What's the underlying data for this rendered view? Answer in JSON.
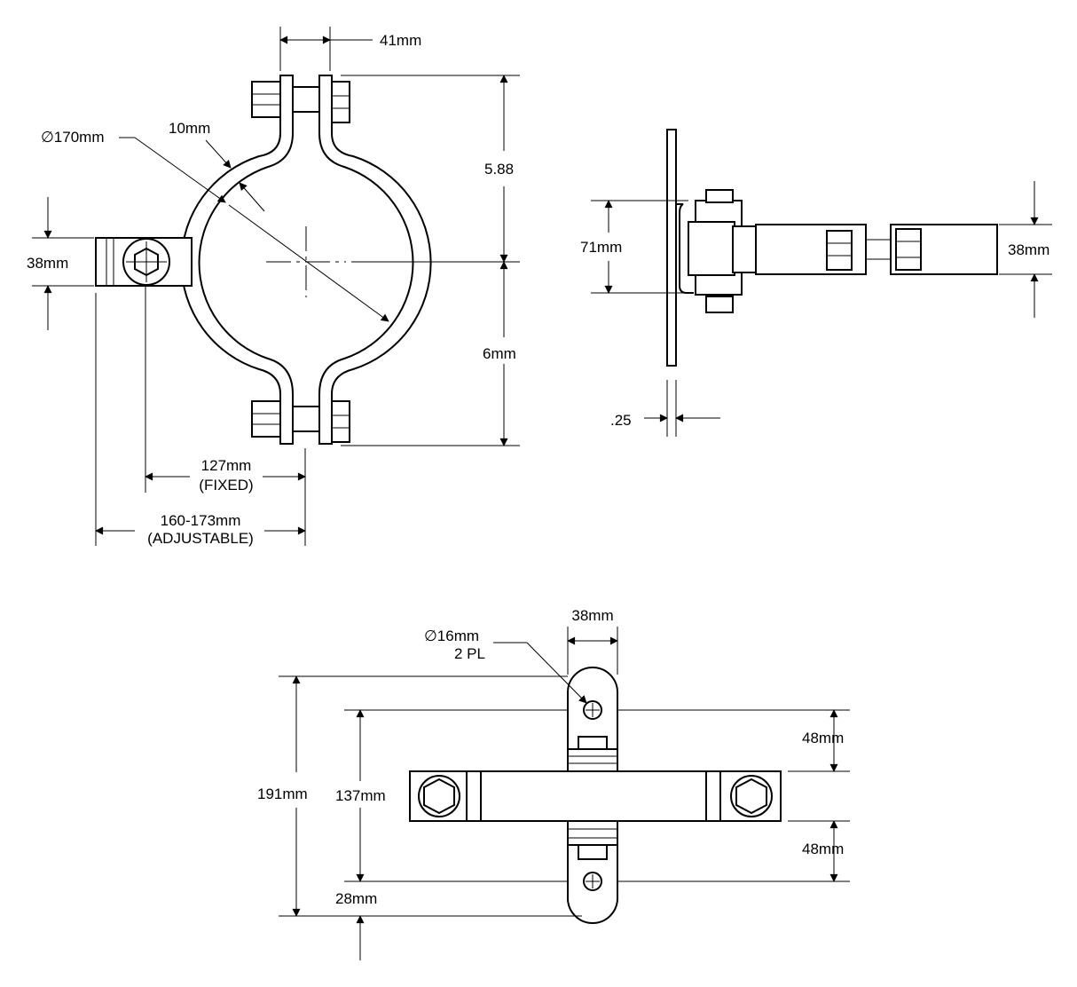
{
  "labels": {
    "front": {
      "width_41": "41mm",
      "diameter": "∅170mm",
      "thickness": "10mm",
      "upper_height": "5.88",
      "lower_height": "6mm",
      "tube_38": "38mm",
      "fixed_len": "127mm",
      "fixed_note": "(FIXED)",
      "adjust_len": "160-173mm",
      "adjust_note": "(ADJUSTABLE)"
    },
    "side": {
      "height_71": "71mm",
      "height_38": "38mm",
      "plate_thk": ".25"
    },
    "plan": {
      "width_38": "38mm",
      "hole_dia": "∅16mm",
      "hole_qty": "2 PL",
      "top_48": "48mm",
      "bottom_48": "48mm",
      "total_191": "191mm",
      "span_137": "137mm",
      "offset_28": "28mm"
    }
  }
}
